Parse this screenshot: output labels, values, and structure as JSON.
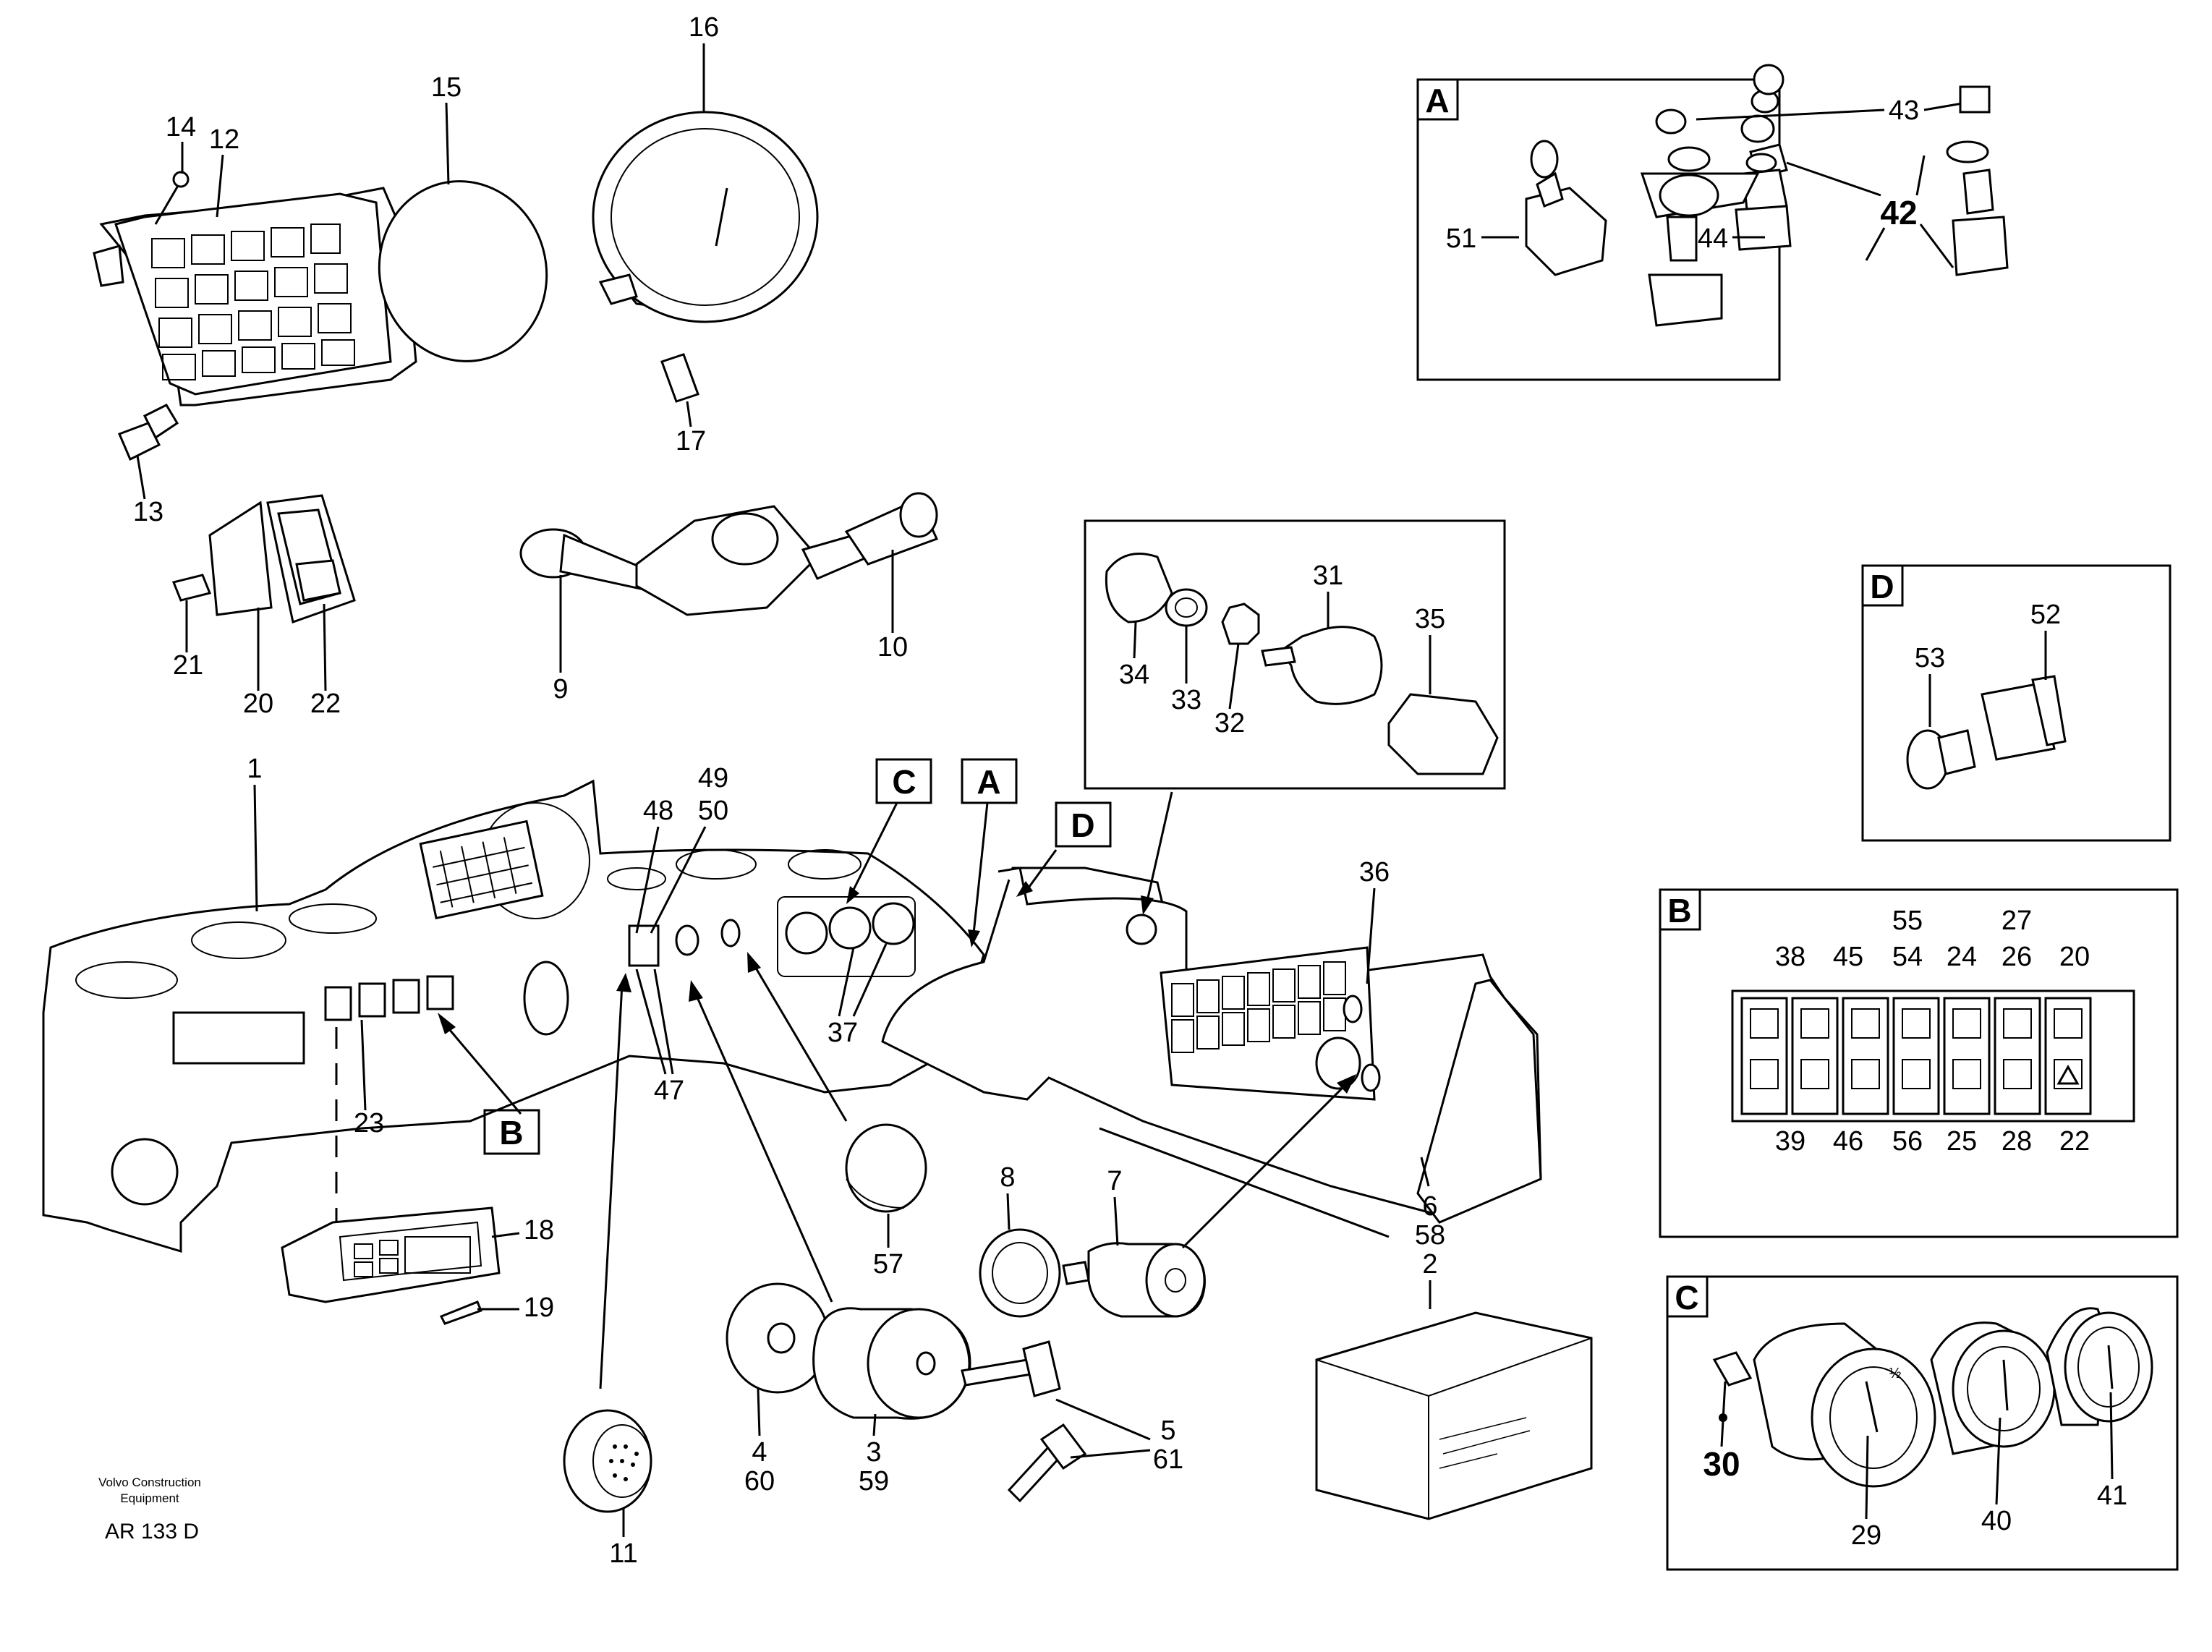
{
  "diagram": {
    "footer": {
      "line1": "Volvo Construction",
      "line2": "Equipment",
      "code": "AR 133 D"
    },
    "callout_boxes": [
      "A",
      "B",
      "C",
      "D"
    ],
    "inset_titles": {
      "a": "A",
      "b": "B",
      "c": "C",
      "d": "D"
    },
    "part_numbers": {
      "p1": "1",
      "p2": "2",
      "p3": "3",
      "p4": "4",
      "p5": "5",
      "p6": "6",
      "p7": "7",
      "p8": "8",
      "p9": "9",
      "p10": "10",
      "p11": "11",
      "p12": "12",
      "p13": "13",
      "p14": "14",
      "p15": "15",
      "p16": "16",
      "p17": "17",
      "p18": "18",
      "p19": "19",
      "p20": "20",
      "p21": "21",
      "p22": "22",
      "p23": "23",
      "p31": "31",
      "p32": "32",
      "p33": "33",
      "p34": "34",
      "p35": "35",
      "p36": "36",
      "p37": "37",
      "p47": "47",
      "p48": "48",
      "p49": "49",
      "p50": "50",
      "p57": "57",
      "p58": "58",
      "p59": "59",
      "p60": "60",
      "p61": "61"
    },
    "inset_a_numbers": {
      "n51": "51",
      "n43": "43",
      "n44": "44",
      "n42": "42"
    },
    "inset_b_top": [
      "38",
      "45",
      "55",
      "54",
      "24",
      "27",
      "26",
      "20"
    ],
    "inset_b_bottom": [
      "39",
      "46",
      "56",
      "25",
      "28",
      "22"
    ],
    "inset_c_numbers": {
      "n30": "30",
      "n29": "29",
      "n40": "40",
      "n41": "41",
      "half": "½"
    },
    "inset_d_numbers": {
      "n53": "53",
      "n52": "52"
    }
  }
}
